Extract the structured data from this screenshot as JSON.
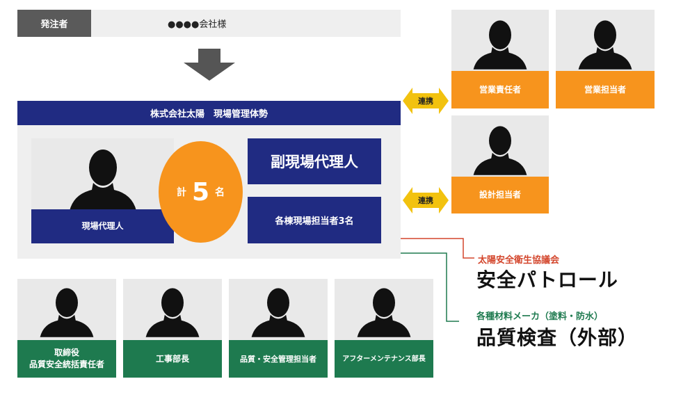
{
  "client": {
    "label": "発注者",
    "value": "●●●●会社様"
  },
  "org": {
    "header": "株式会社太陽　現場管理体勢",
    "site_manager": "現場代理人",
    "total": {
      "prefix": "計",
      "number": "5",
      "suffix": "名"
    },
    "deputy": "副現場代理人",
    "building_staff": "各棟現場担当者3名"
  },
  "links": {
    "label": "連携"
  },
  "sales": [
    {
      "label": "営業責任者"
    },
    {
      "label": "営業担当者"
    }
  ],
  "design": {
    "label": "設計担当者"
  },
  "bottom_staff": [
    {
      "line1": "取締役",
      "line2": "品質安全統括責任者"
    },
    {
      "line1": "工事部長",
      "line2": ""
    },
    {
      "line1": "品質・安全管理担当者",
      "line2": ""
    },
    {
      "line1": "アフターメンテナンス部長",
      "line2": ""
    }
  ],
  "external": {
    "patrol_org": "太陽安全衛生協議会",
    "patrol": "安全パトロール",
    "inspect_org": "各種材料メーカ（塗料・防水）",
    "inspect": "品質検査（外部）"
  },
  "colors": {
    "navy": "#202b82",
    "orange": "#f7941d",
    "green": "#1e7a4f",
    "red": "#d3452b",
    "link_yellow": "#f2c20f"
  }
}
